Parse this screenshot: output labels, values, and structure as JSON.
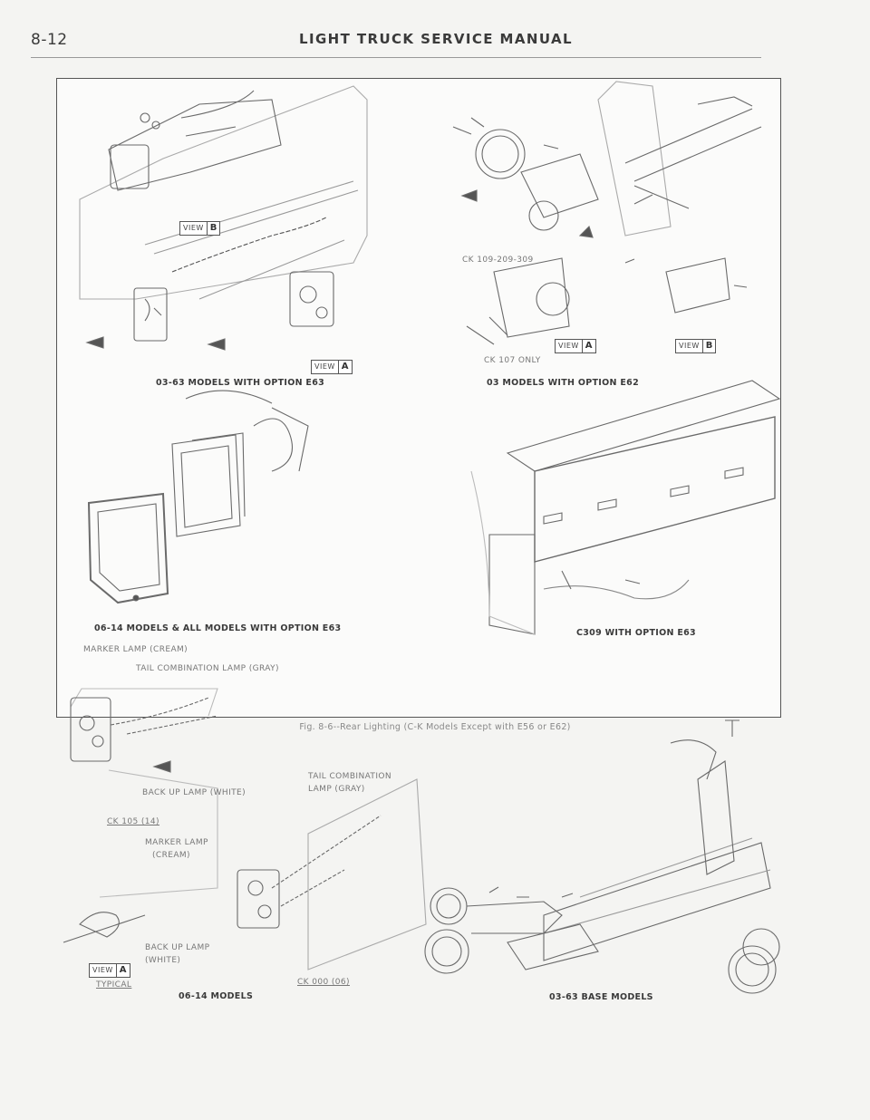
{
  "header": {
    "page_number": "8-12",
    "title": "LIGHT TRUCK SERVICE MANUAL"
  },
  "figure": {
    "caption": "Fig. 8-6--Rear Lighting (C-K Models Except with E56 or E62)",
    "panels": {
      "p1": "03-63 MODELS WITH OPTION E63",
      "p2": "03 MODELS WITH OPTION E62",
      "p3": "06-14 MODELS & ALL MODELS WITH OPTION E63",
      "p4": "C309 WITH OPTION E63",
      "p5": "06-14 MODELS",
      "p6": "03-63 BASE MODELS"
    },
    "views": {
      "view_word": "VIEW",
      "a": "A",
      "b": "B"
    },
    "callouts": {
      "ck109": "CK 109-209-309",
      "ck107": "CK 107 ONLY",
      "marker_cream": "MARKER LAMP (CREAM)",
      "tail_gray": "TAIL COMBINATION LAMP (GRAY)",
      "backup_white": "BACK UP LAMP (WHITE)",
      "tail_comb_1": "TAIL COMBINATION",
      "tail_comb_2": "LAMP (GRAY)",
      "ck105": "CK 105 (14)",
      "marker_1": "MARKER LAMP",
      "marker_2": "(CREAM)",
      "backup_1": "BACK UP LAMP",
      "backup_2": "(WHITE)",
      "typical": "TYPICAL",
      "ck000": "CK 000 (06)"
    }
  }
}
